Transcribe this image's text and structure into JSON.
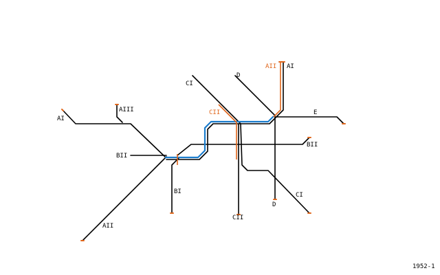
{
  "colors": {
    "background": "#ffffff",
    "line": "#000000",
    "orange": "#e0661b",
    "blue": "#1a7ccc",
    "label": "#000000"
  },
  "labels": {
    "ai_left": "AI",
    "aiii": "AIII",
    "bii_left": "BII",
    "aii_bottom": "AII",
    "bi": "BI",
    "ci_top": "CI",
    "cii_orange": "CII",
    "d_top": "D",
    "aii_orange": "AII",
    "ai_right": "AI",
    "e": "E",
    "bii_right": "BII",
    "ci_right": "CI",
    "d_bottom": "D",
    "cii_bottom": "CII",
    "code": "1952-1"
  }
}
